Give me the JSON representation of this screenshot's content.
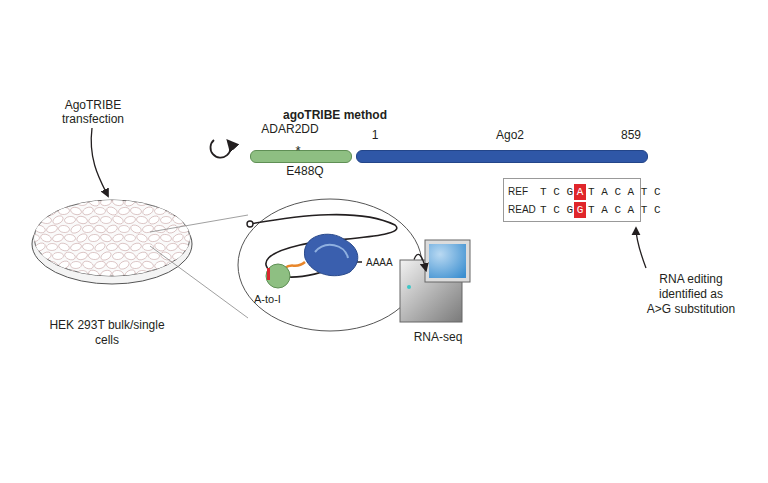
{
  "diagram": {
    "title": "agoTRIBE method",
    "nodes": [
      {
        "text": [
          "ADAR2DD",
          "*",
          "E488Q"
        ]
      },
      {
        "text": [
          "1",
          "Ago2",
          "859"
        ]
      },
      {
        "text": [
          "HEK 293T bulk/single cells"
        ]
      },
      {
        "text": [
          "A-to-I",
          "AAAA"
        ]
      },
      {
        "text": [
          "RNA-seq"
        ]
      },
      {
        "text": [
          "REF",
          "T C G",
          "A",
          "T A C A T C",
          "READ",
          "T C G",
          "G",
          "T A C A T C"
        ]
      }
    ],
    "edges": [
      {
        "from": 3,
        "to": 4,
        "arrow": "to"
      }
    ],
    "labels": [
      "AgoTRIBE transfection",
      "RNA editing identified as A>G substitution"
    ]
  }
}
